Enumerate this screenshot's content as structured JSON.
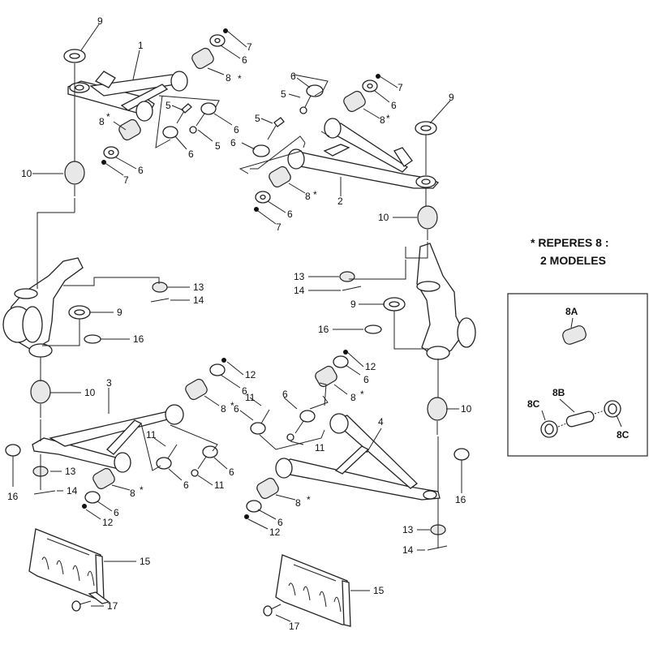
{
  "title": "Front suspension exploded parts diagram",
  "note": {
    "line1": "* REPERES 8 :",
    "line2": "2 MODELES"
  },
  "inset": {
    "labels": [
      "8A",
      "8B",
      "8C",
      "8C"
    ]
  },
  "callouts": [
    {
      "id": "c1",
      "text": "1"
    },
    {
      "id": "c2",
      "text": "2"
    },
    {
      "id": "c3",
      "text": "3"
    },
    {
      "id": "c4",
      "text": "4"
    },
    {
      "id": "c5a",
      "text": "5"
    },
    {
      "id": "c5b",
      "text": "5"
    },
    {
      "id": "c5c",
      "text": "5"
    },
    {
      "id": "c5d",
      "text": "5"
    },
    {
      "id": "c6a",
      "text": "6"
    },
    {
      "id": "c6b",
      "text": "6"
    },
    {
      "id": "c6c",
      "text": "6"
    },
    {
      "id": "c6d",
      "text": "6"
    },
    {
      "id": "c6e",
      "text": "6"
    },
    {
      "id": "c6f",
      "text": "6"
    },
    {
      "id": "c6g",
      "text": "6"
    },
    {
      "id": "c6h",
      "text": "6"
    },
    {
      "id": "c6i",
      "text": "6"
    },
    {
      "id": "c6j",
      "text": "6"
    },
    {
      "id": "c6k",
      "text": "6"
    },
    {
      "id": "c6l",
      "text": "6"
    },
    {
      "id": "c6m",
      "text": "6"
    },
    {
      "id": "c6n",
      "text": "6"
    },
    {
      "id": "c6o",
      "text": "6"
    },
    {
      "id": "c6p",
      "text": "6"
    },
    {
      "id": "c7a",
      "text": "7"
    },
    {
      "id": "c7b",
      "text": "7"
    },
    {
      "id": "c7c",
      "text": "7"
    },
    {
      "id": "c7d",
      "text": "7"
    },
    {
      "id": "c8a",
      "text": "8"
    },
    {
      "id": "c8b",
      "text": "8"
    },
    {
      "id": "c8c",
      "text": "8"
    },
    {
      "id": "c8d",
      "text": "8"
    },
    {
      "id": "c8e",
      "text": "8"
    },
    {
      "id": "c8f",
      "text": "8"
    },
    {
      "id": "c8g",
      "text": "8"
    },
    {
      "id": "c8h",
      "text": "8"
    },
    {
      "id": "c9a",
      "text": "9"
    },
    {
      "id": "c9b",
      "text": "9"
    },
    {
      "id": "c9c",
      "text": "9"
    },
    {
      "id": "c9d",
      "text": "9"
    },
    {
      "id": "c10a",
      "text": "10"
    },
    {
      "id": "c10b",
      "text": "10"
    },
    {
      "id": "c10c",
      "text": "10"
    },
    {
      "id": "c10d",
      "text": "10"
    },
    {
      "id": "c11a",
      "text": "11"
    },
    {
      "id": "c11b",
      "text": "11"
    },
    {
      "id": "c11c",
      "text": "11"
    },
    {
      "id": "c11d",
      "text": "11"
    },
    {
      "id": "c12a",
      "text": "12"
    },
    {
      "id": "c12b",
      "text": "12"
    },
    {
      "id": "c12c",
      "text": "12"
    },
    {
      "id": "c12d",
      "text": "12"
    },
    {
      "id": "c13a",
      "text": "13"
    },
    {
      "id": "c13b",
      "text": "13"
    },
    {
      "id": "c13c",
      "text": "13"
    },
    {
      "id": "c13d",
      "text": "13"
    },
    {
      "id": "c14a",
      "text": "14"
    },
    {
      "id": "c14b",
      "text": "14"
    },
    {
      "id": "c14c",
      "text": "14"
    },
    {
      "id": "c14d",
      "text": "14"
    },
    {
      "id": "c15a",
      "text": "15"
    },
    {
      "id": "c15b",
      "text": "15"
    },
    {
      "id": "c16a",
      "text": "16"
    },
    {
      "id": "c16b",
      "text": "16"
    },
    {
      "id": "c16c",
      "text": "16"
    },
    {
      "id": "c16d",
      "text": "16"
    },
    {
      "id": "c17a",
      "text": "17"
    },
    {
      "id": "c17b",
      "text": "17"
    }
  ],
  "marker_symbol": "*"
}
